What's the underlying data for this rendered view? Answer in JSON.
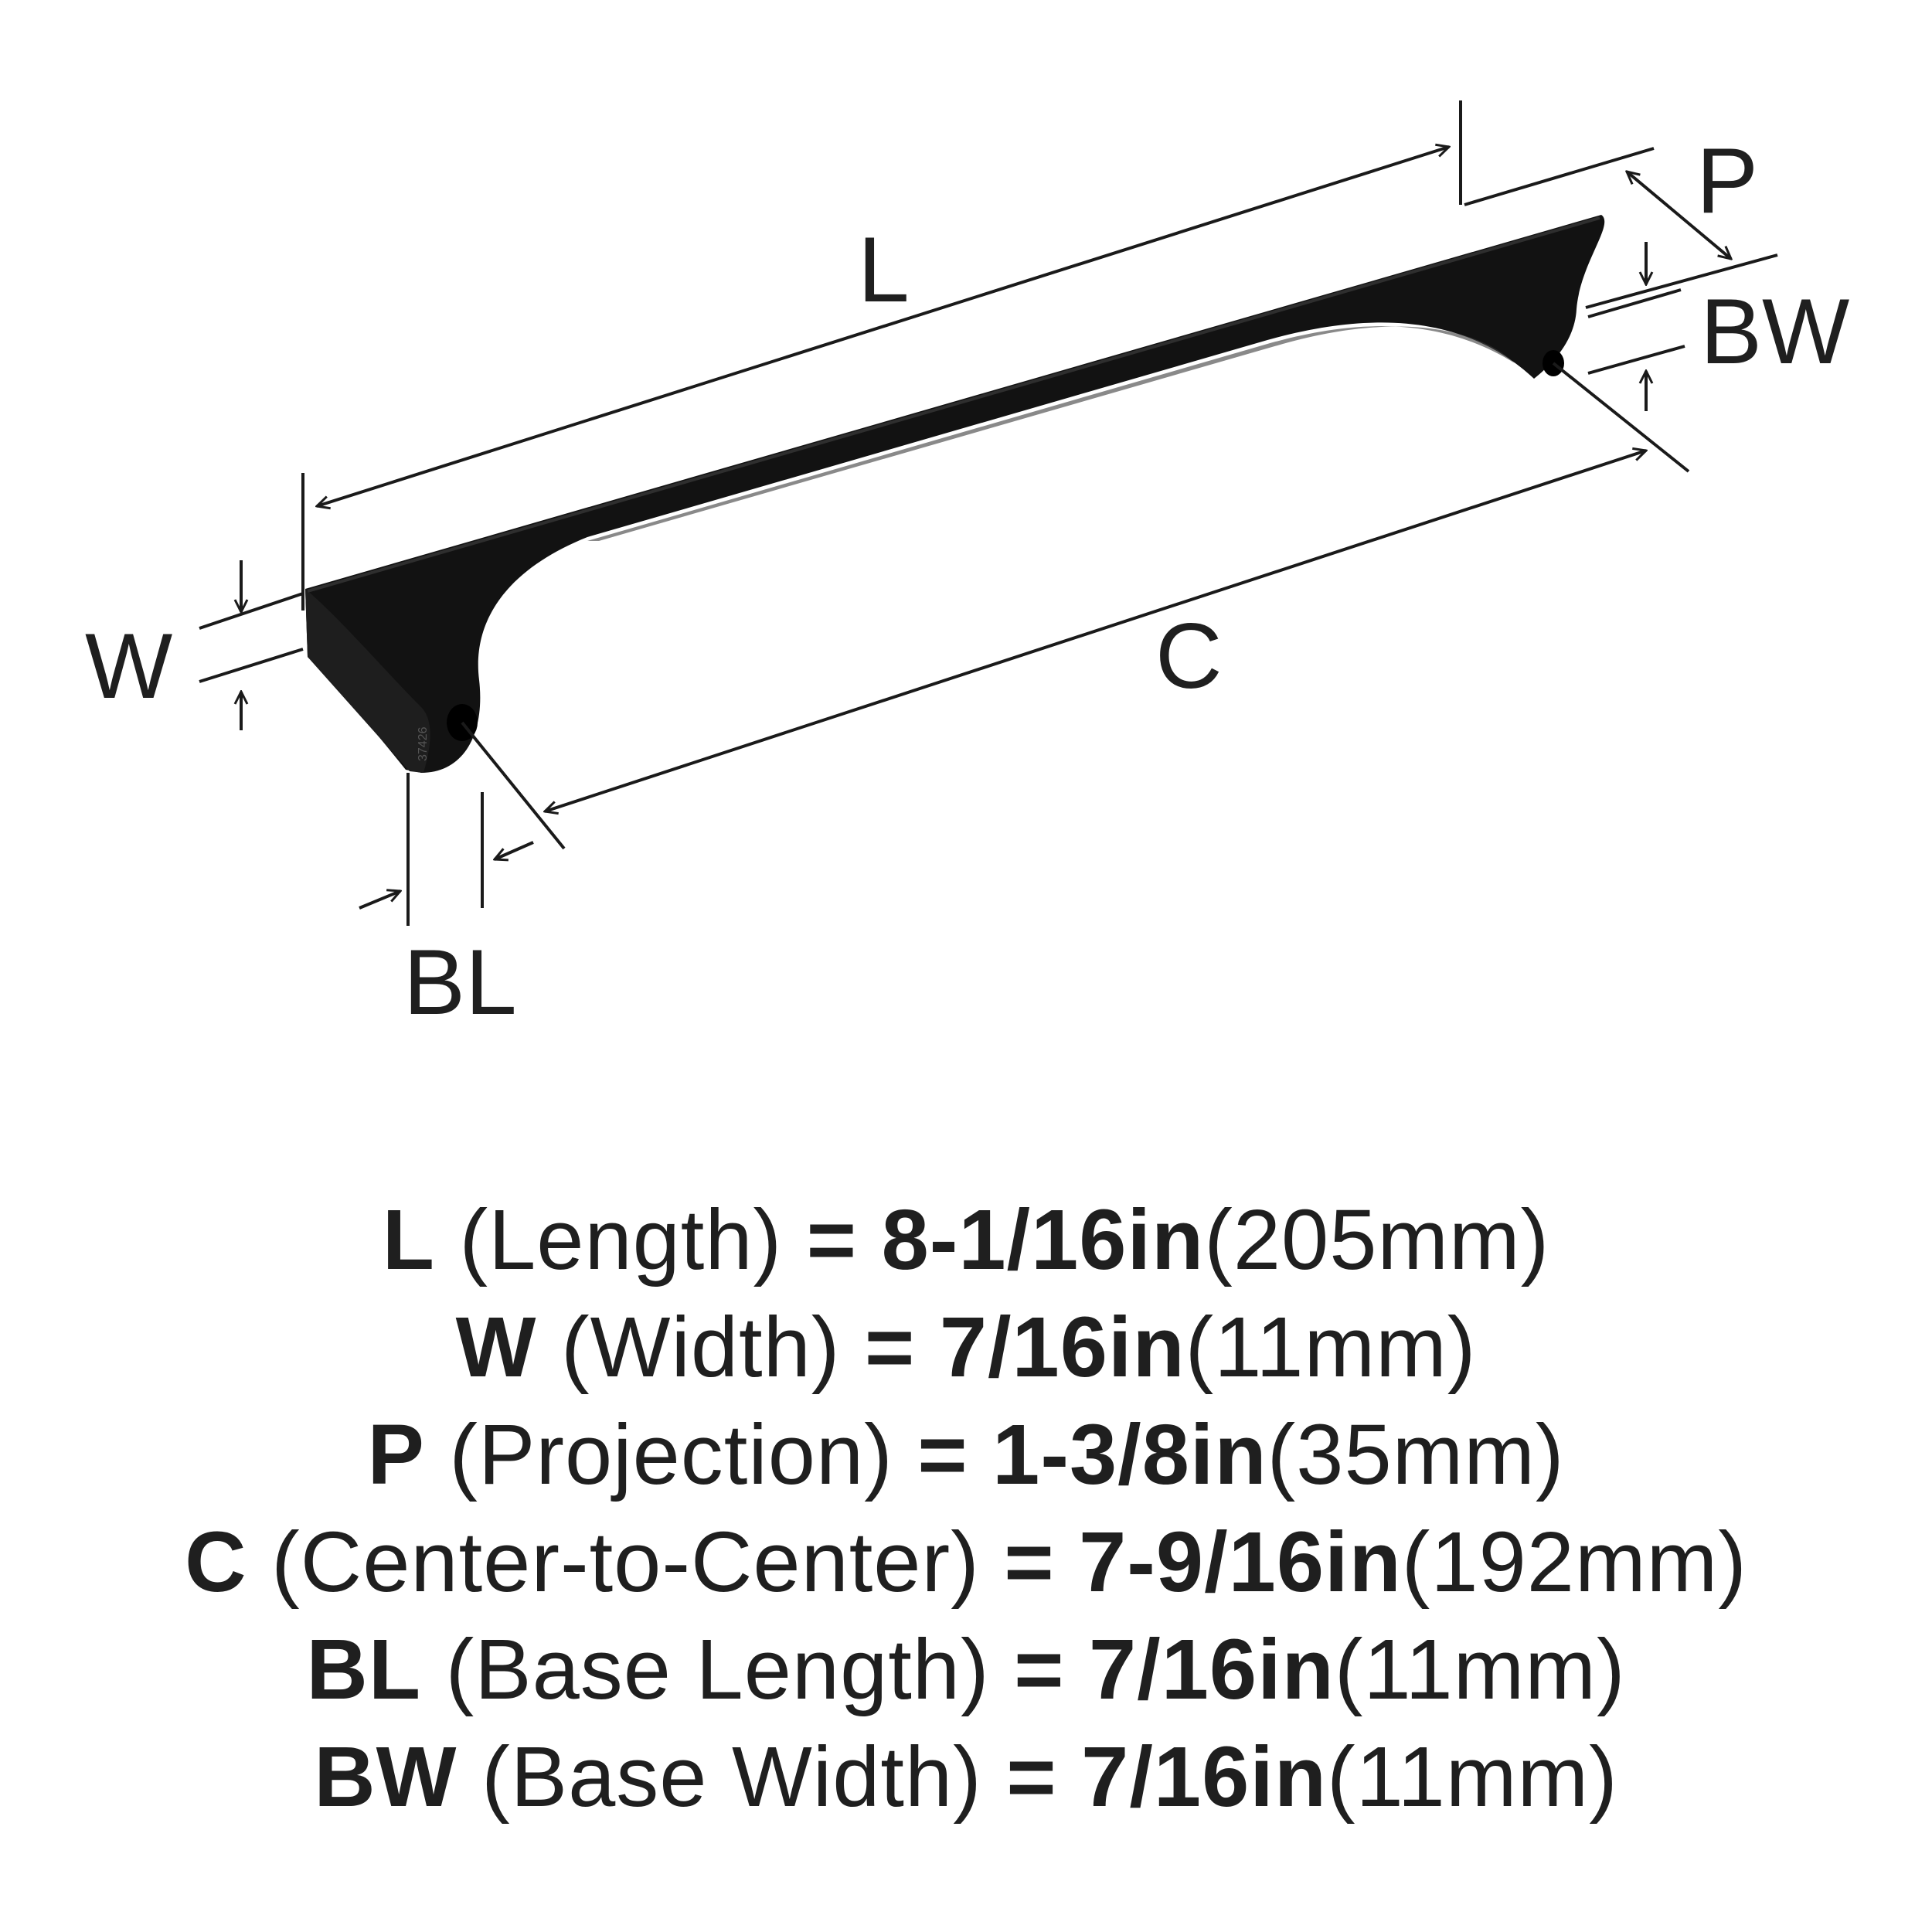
{
  "diagram": {
    "dimension_labels": {
      "L": "L",
      "C": "C",
      "W": "W",
      "P": "P",
      "BW": "BW",
      "BL": "BL"
    },
    "product_colors": {
      "handle": "#111111",
      "shade": "#2a2a2a",
      "line": "#1a1a1a"
    }
  },
  "specs": [
    {
      "code": "L",
      "name": "(Length)",
      "eq": "=",
      "imperial": "8-1/16in",
      "metric": "(205mm)"
    },
    {
      "code": "W",
      "name": "(Width)",
      "eq": "=",
      "imperial": "7/16in",
      "metric": "(11mm)"
    },
    {
      "code": "P",
      "name": "(Projection)",
      "eq": "=",
      "imperial": "1-3/8in",
      "metric": "(35mm)"
    },
    {
      "code": "C",
      "name": "(Center-to-Center)",
      "eq": "=",
      "imperial": "7-9/16in",
      "metric": "(192mm)"
    },
    {
      "code": "BL",
      "name": "(Base Length)",
      "eq": "=",
      "imperial": "7/16in",
      "metric": "(11mm)"
    },
    {
      "code": "BW",
      "name": "(Base Width)",
      "eq": "=",
      "imperial": "7/16in",
      "metric": "(11mm)"
    }
  ]
}
